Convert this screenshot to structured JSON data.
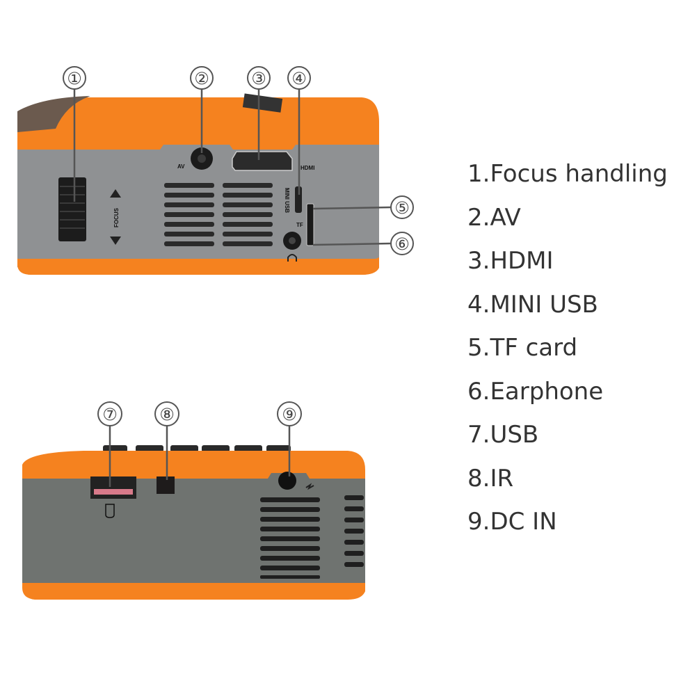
{
  "top_view": {
    "port_labels": {
      "av": "AV",
      "hdmi": "HDMI",
      "mini_usb": "MINI USB",
      "tf": "TF",
      "focus": "FOCUS"
    },
    "callouts": [
      "①",
      "②",
      "③",
      "④",
      "⑤",
      "⑥"
    ]
  },
  "bottom_view": {
    "callouts": [
      "⑦",
      "⑧",
      "⑨"
    ]
  },
  "legend": [
    "1.Focus handling",
    "2.AV",
    "3.HDMI",
    "4.MINI USB",
    "5.TF card",
    "6.Earphone",
    "7.USB",
    "8.IR",
    "9.DC IN"
  ],
  "colors": {
    "orange": "#f5821f",
    "gray": "#8e9092",
    "dark_gray": "#6f7370"
  }
}
